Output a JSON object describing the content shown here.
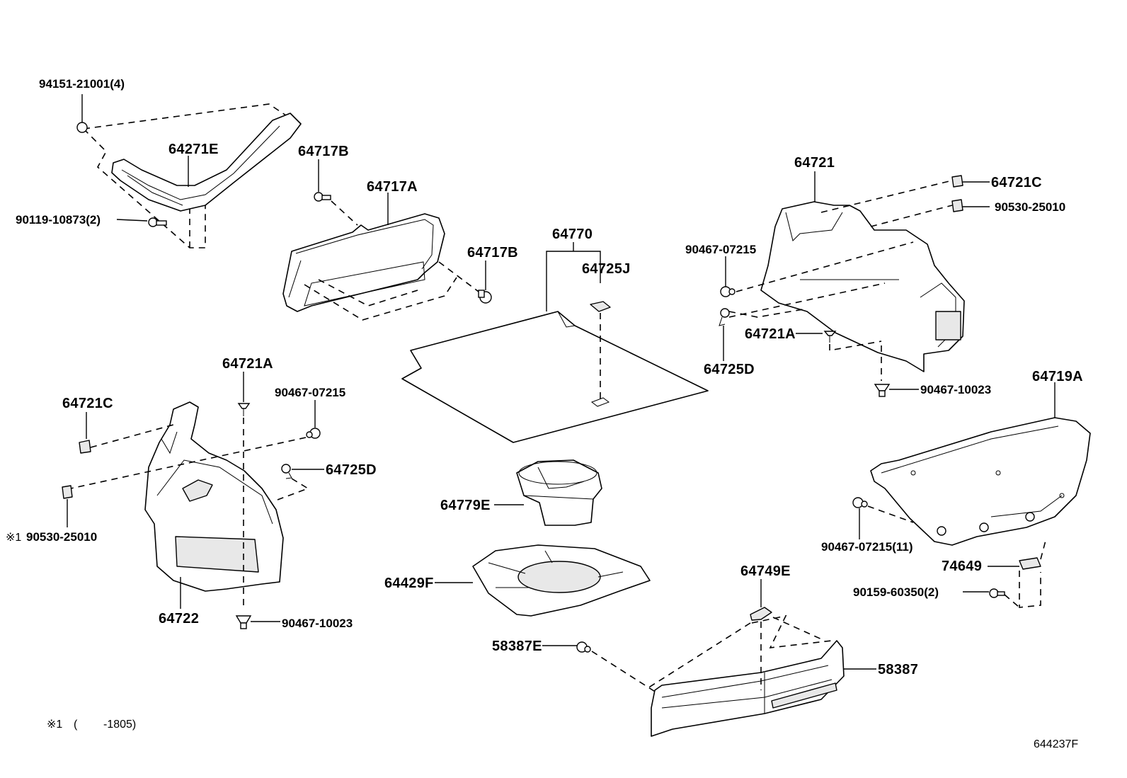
{
  "diagram_id": "644237F",
  "footnote": {
    "marker": "※1",
    "range_open": "(",
    "range_value": "-1805)"
  },
  "labels": {
    "p94151_21001": "94151-21001(4)",
    "p64271E": "64271E",
    "p90119_10873": "90119-10873(2)",
    "p64717B_top": "64717B",
    "p64717A": "64717A",
    "p64717B_right": "64717B",
    "p64770": "64770",
    "p64725J": "64725J",
    "p64721": "64721",
    "p64721C_right": "64721C",
    "p90530_25010_right": "90530-25010",
    "p90467_07215_right": "90467-07215",
    "p64721A_right": "64721A",
    "p64725D_right": "64725D",
    "p90467_10023_right": "90467-10023",
    "p64719A": "64719A",
    "p64721A_left": "64721A",
    "p90467_07215_left": "90467-07215",
    "p64721C_left": "64721C",
    "p64725D_left": "64725D",
    "p90530_25010_left": "90530-25010",
    "p64722": "64722",
    "p90467_10023_left": "90467-10023",
    "p64779E": "64779E",
    "p64429F": "64429F",
    "p90467_07215_11": "90467-07215(11)",
    "p74649": "74649",
    "p90159_60350": "90159-60350(2)",
    "p64749E": "64749E",
    "p58387E": "58387E",
    "p58387": "58387"
  }
}
